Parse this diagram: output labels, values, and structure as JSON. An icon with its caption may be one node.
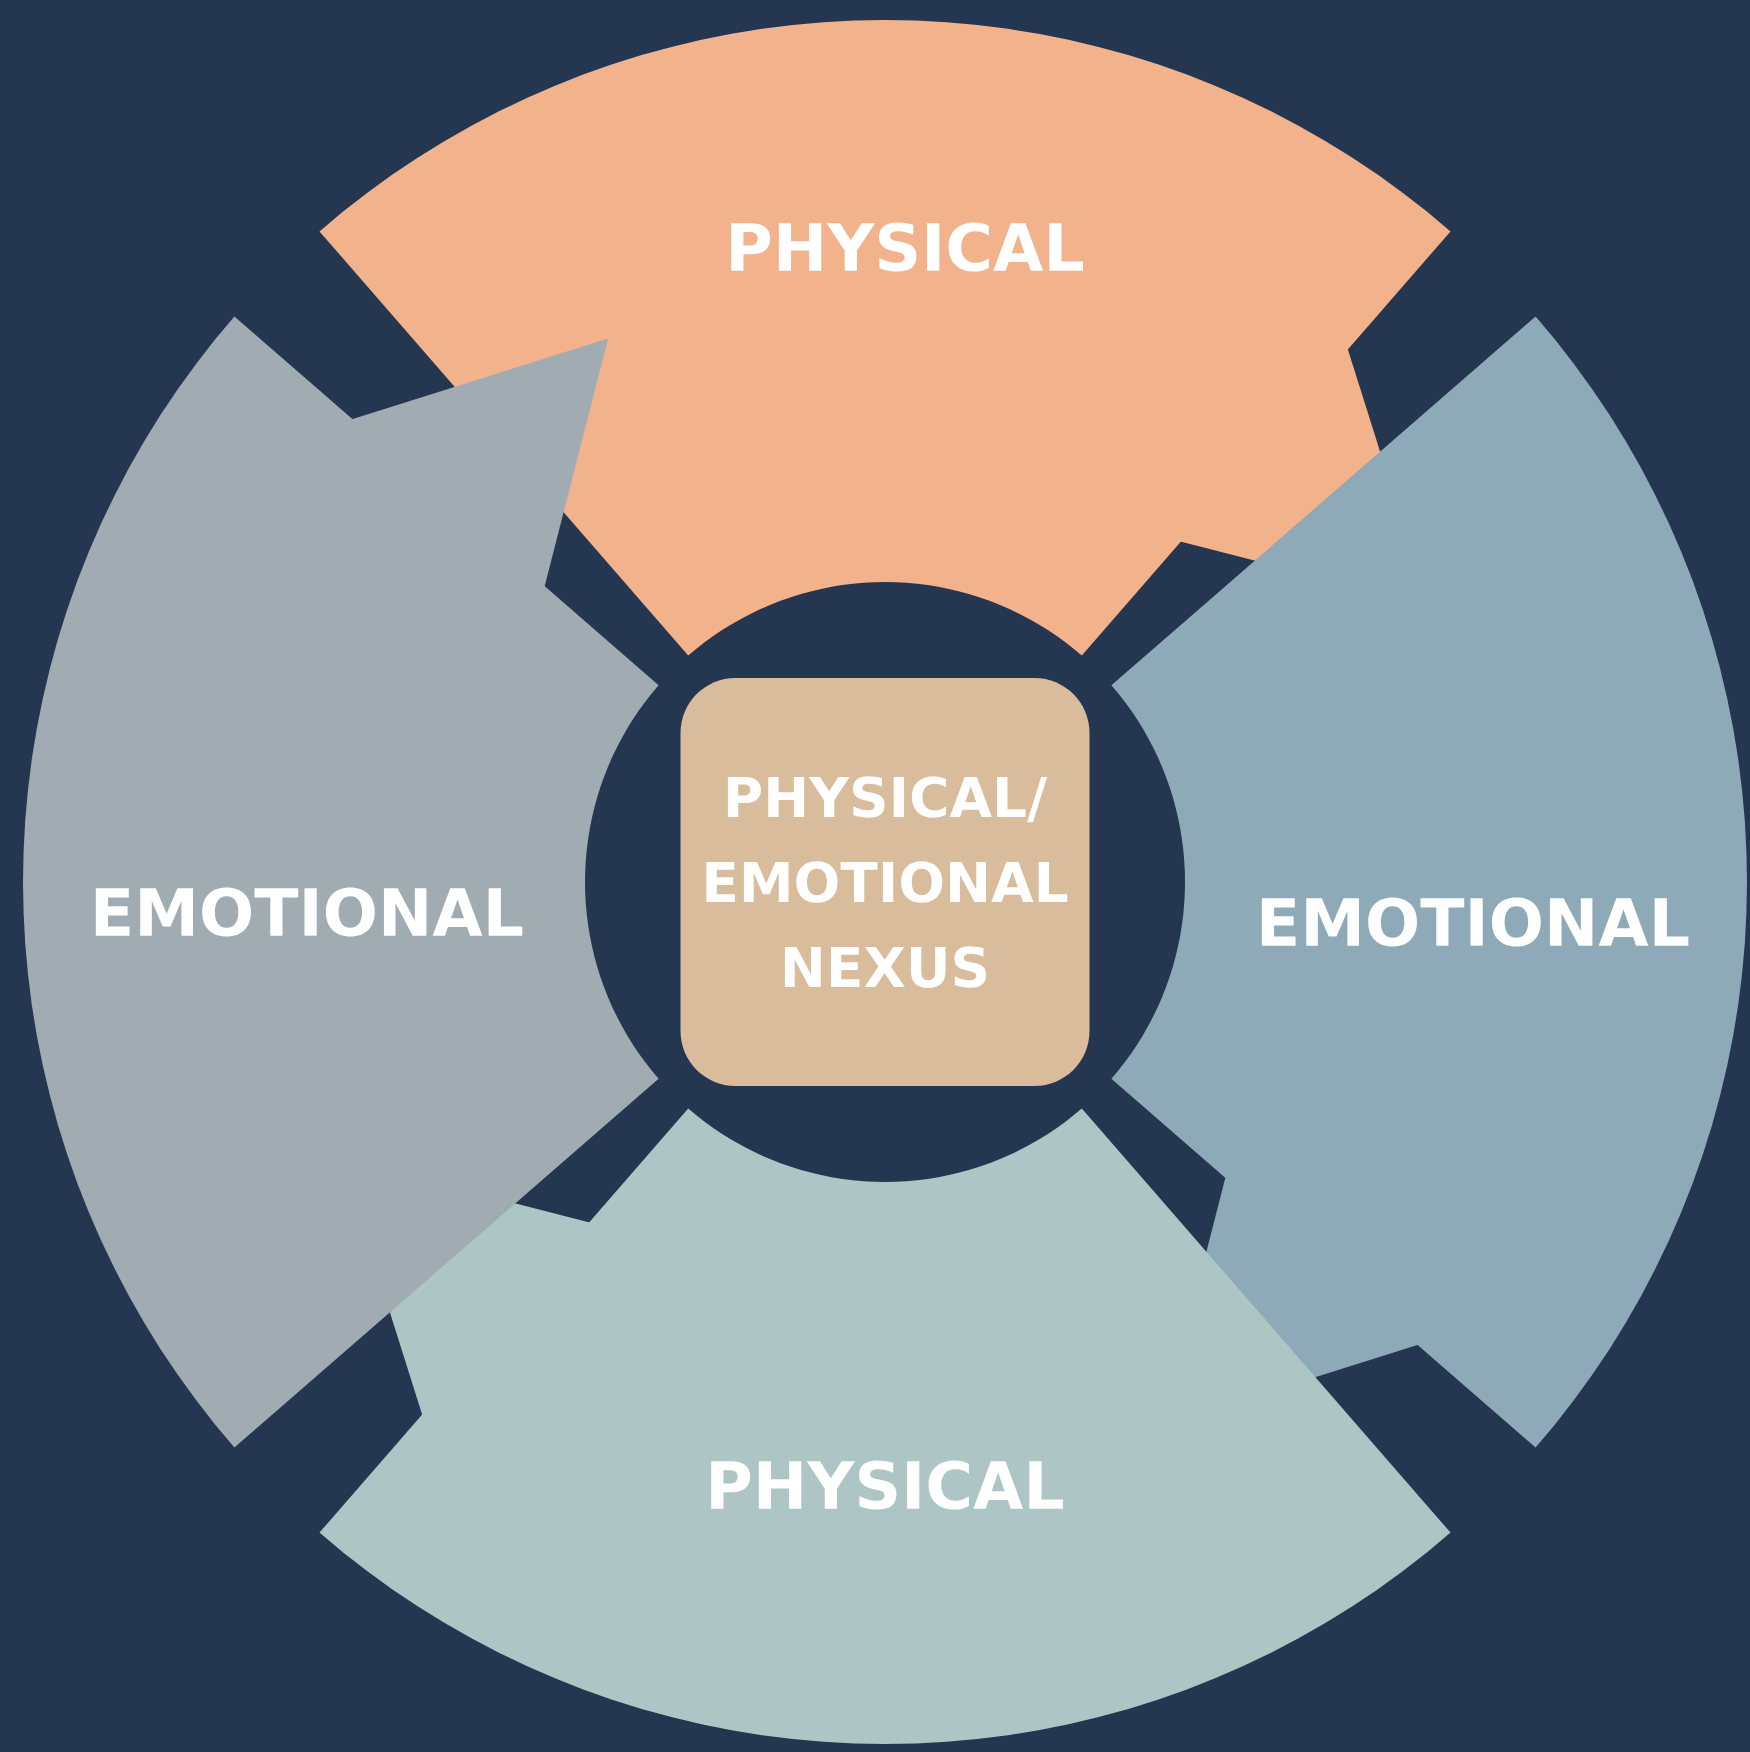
{
  "diagram": {
    "nodes": [
      {
        "text": [
          "PHYSICAL"
        ]
      },
      {
        "text": [
          "EMOTIONAL"
        ]
      },
      {
        "text": [
          "PHYSICAL"
        ]
      },
      {
        "text": [
          "EMOTIONAL"
        ]
      },
      {
        "text": [
          "PHYSICAL/ EMOTIONAL NEXUS"
        ]
      }
    ]
  }
}
